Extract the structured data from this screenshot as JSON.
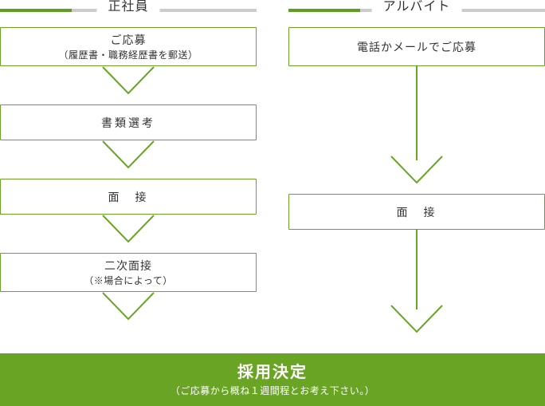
{
  "diagram": {
    "title_accent_color": "#5f9e1f",
    "box_border_color": "#6aa425",
    "arrow_color": "#6aa425",
    "banner_color": "#6aa425",
    "columns": [
      {
        "heading": "正社員",
        "steps": [
          {
            "line1": "ご応募",
            "line2": "（履歴書・職務経歴書を郵送）"
          },
          {
            "line1": "書類選考",
            "line2": ""
          },
          {
            "line1": "面　接",
            "line2": ""
          },
          {
            "line1": "二次面接",
            "line2": "（※場合によって）"
          }
        ]
      },
      {
        "heading": "アルバイト",
        "steps": [
          {
            "line1": "電話かメールでご応募",
            "line2": ""
          },
          {
            "line1": "面　接",
            "line2": ""
          }
        ]
      }
    ],
    "result": {
      "main": "採用決定",
      "sub": "（ご応募から概ね１週間程とお考え下さい。）"
    }
  }
}
